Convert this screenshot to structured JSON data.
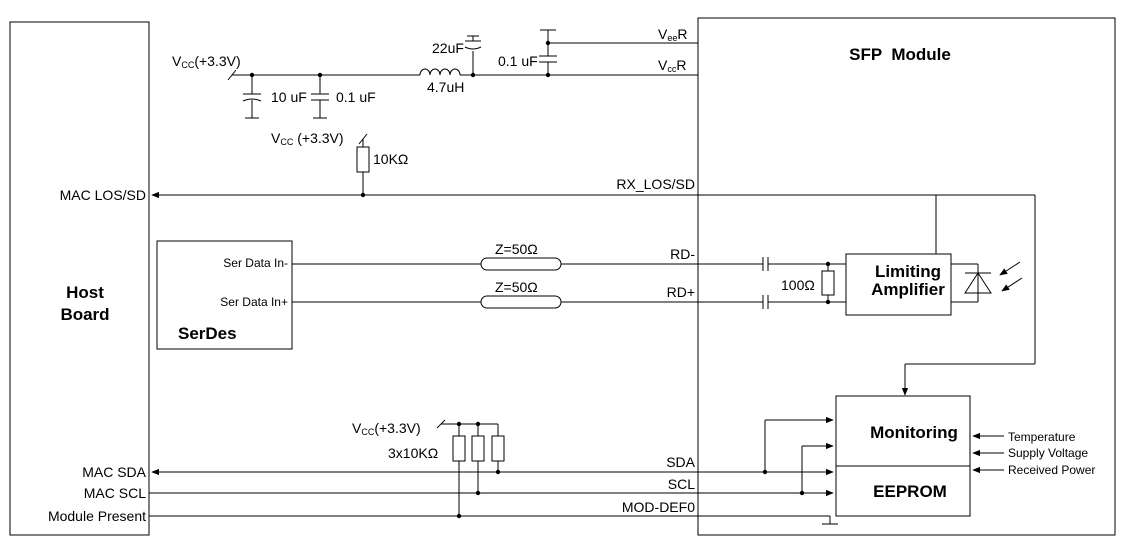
{
  "host": {
    "title_line1": "Host",
    "title_line2": "Board"
  },
  "module": {
    "title": "SFP  Module"
  },
  "serdes": {
    "title": "SerDes",
    "in_minus": "Ser Data In-",
    "in_plus": "Ser Data In+"
  },
  "host_pins": {
    "los": "MAC LOS/SD",
    "sda": "MAC SDA",
    "scl": "MAC SCL",
    "present": "Module Present"
  },
  "module_pins": {
    "veer_main": "V",
    "veer_sub": "ee",
    "veer_suffix": "R",
    "vccr_main": "V",
    "vccr_sub": "cc",
    "vccr_suffix": "R",
    "rx_los": "RX_LOS/SD",
    "rd_minus": "RD-",
    "rd_plus": "RD+",
    "sda": "SDA",
    "scl": "SCL",
    "mod_def": "MOD-DEF0"
  },
  "power": {
    "vcc_main": "V",
    "vcc_sub": "CC",
    "vcc_suffix": "(+3.3V)",
    "vcc_suffix_spaced": " (+3.3V)",
    "cap_10u": "10 uF",
    "cap_01u_a": "0.1 uF",
    "cap_22u": "22uF",
    "cap_01u_b": "0.1 uF",
    "inductor": "4.7uH"
  },
  "resistors": {
    "rlos": "10KΩ",
    "pullups": "3x10KΩ",
    "term": "100Ω"
  },
  "lines": {
    "z_top": "Z=50Ω",
    "z_bot": "Z=50Ω"
  },
  "blocks": {
    "limamp_line1": "Limiting",
    "limamp_line2": "Amplifier",
    "monitoring": "Monitoring",
    "eeprom": "EEPROM"
  },
  "inputs": {
    "temp": "Temperature",
    "supply": "Supply Voltage",
    "rxpower": "Received Power"
  }
}
